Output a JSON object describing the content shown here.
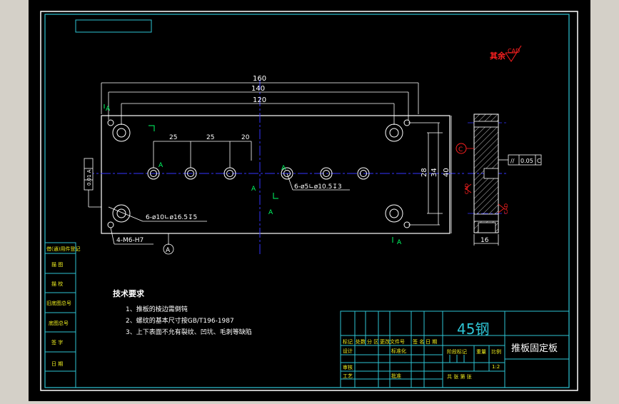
{
  "colors": {
    "background": "#000000",
    "window_gray": "#d4d0c8",
    "frame": "#ffffff",
    "border_cyan": "#2ec4d4",
    "dimension": "#ffffff",
    "centerline": "#3333ff",
    "red_mark": "#ff2020",
    "yellow_text": "#f0f020",
    "hatch": "#ffffff"
  },
  "drawing": {
    "surface_note": "其余",
    "surface_symbol": "CAD",
    "dims": {
      "d160": "160",
      "d140": "140",
      "d120": "120",
      "d25a": "25",
      "d25b": "25",
      "d20": "20",
      "d28": "28",
      "d34": "34",
      "d40": "40",
      "d16": "16"
    },
    "hole_notes": {
      "slot_holes": "6-ø5∟ø10.5↧3",
      "counterbore": "6-ø10∟ø16.5↧5",
      "threaded": "4-M6-H7"
    },
    "section_marks": {
      "a1": "A",
      "a2": "A",
      "a3": "A",
      "a4": "A",
      "a5": "A",
      "a6": "A",
      "datum": "A",
      "c_ref": "C"
    },
    "tolerance": {
      "flatness_box": "0.01 A",
      "parallel_symbol": "//",
      "parallel_value": "0.05",
      "parallel_datum": "C"
    },
    "side_view_marks": {
      "r1": "CAD",
      "r2": "CAD"
    }
  },
  "tech_requirements": {
    "heading": "技术要求",
    "items": [
      "1、推板的棱边需倒钝",
      "2、螺纹的基本尺寸按GB/T196-1987",
      "3、上下表面不允有裂纹、凹坑、毛刺等缺陷"
    ]
  },
  "left_side_table": {
    "rows": [
      "借(通)用件登记",
      "描  图",
      "描  校",
      "旧底图总号",
      "底图总号",
      "签  字",
      "日  期"
    ]
  },
  "title_block": {
    "material": "45钢",
    "part_name": "推板固定板",
    "row_labels": {
      "mark": "标记",
      "count": "处数",
      "zone": "分 区",
      "doc": "更改文件号",
      "sign": "签 名",
      "date": "日 期",
      "design": "设计",
      "standardize": "标准化",
      "review": "审核",
      "process": "工艺",
      "approve": "批准",
      "stage_mark": "阶段标记",
      "weight": "重量",
      "scale": "比例",
      "scale_value": "1:2",
      "sheets": "共   张   第   张"
    }
  }
}
